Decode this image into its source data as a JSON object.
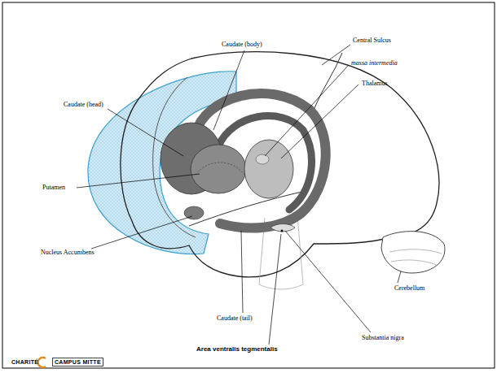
{
  "diagram": {
    "labels": [
      "Caudate (body)",
      "Central Sulcus",
      "massa intermedia",
      "Thalamus",
      "Caudate (head)",
      "Putamen",
      "Nucleus Accumbens",
      "Cerebellum",
      "Caudate (tail)",
      "Area ventralis tegmentalis",
      "Substantia nigra",
      "CHARITÉ",
      "CAMPUS MITTE"
    ]
  }
}
